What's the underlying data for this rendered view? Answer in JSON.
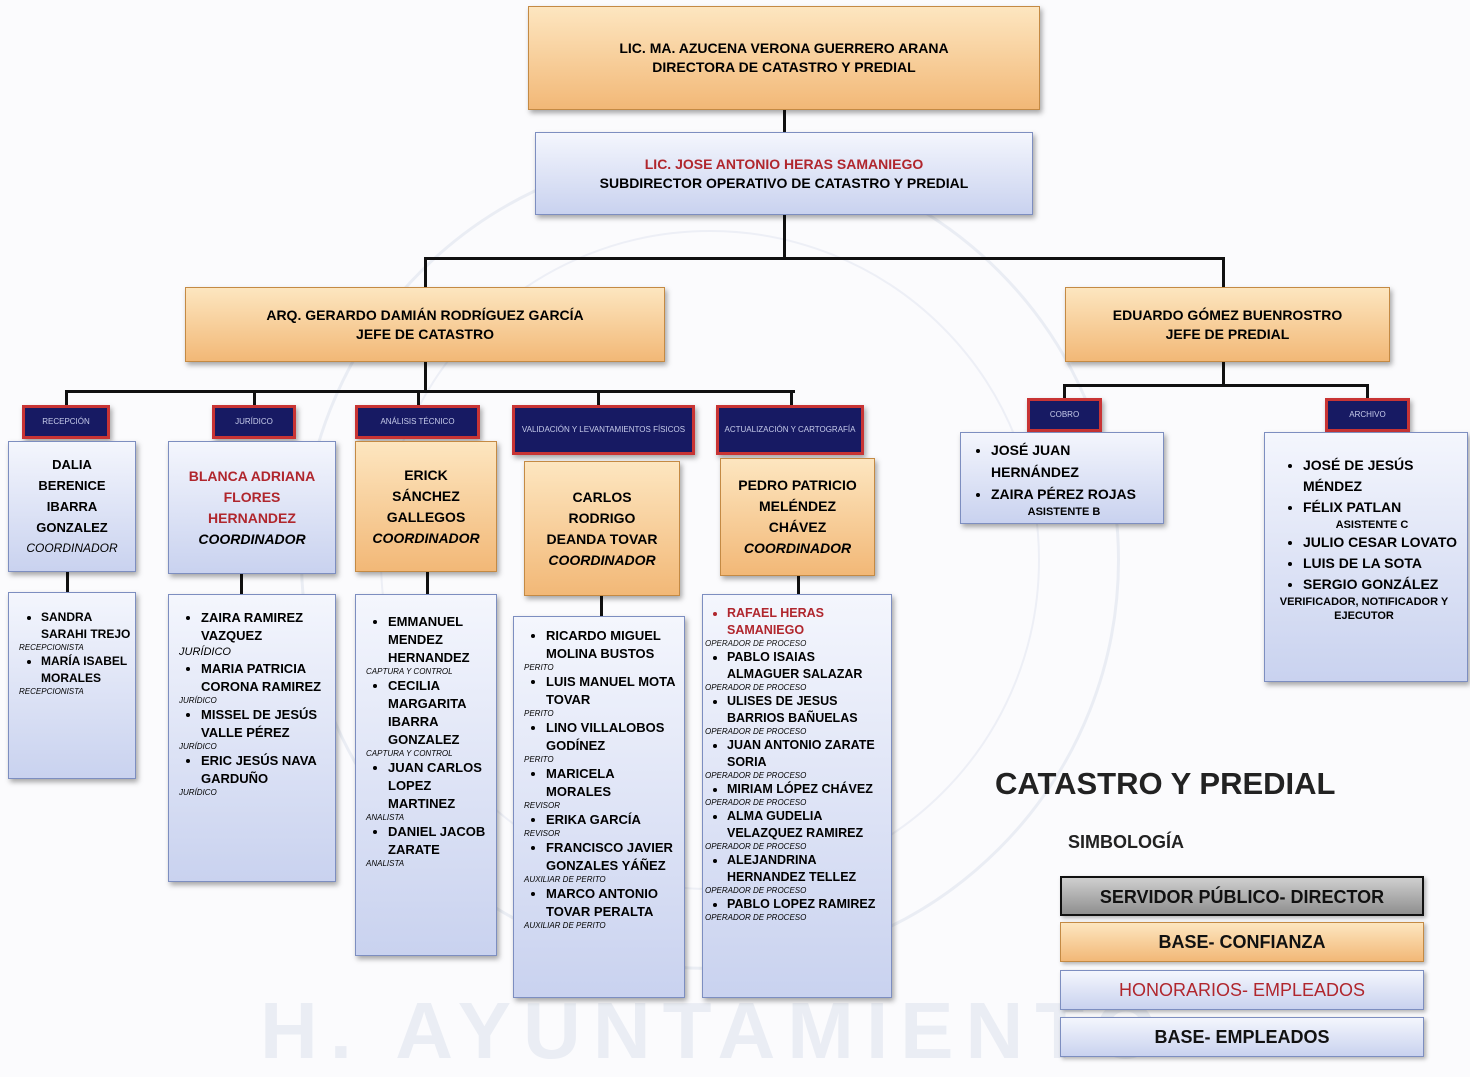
{
  "director": {
    "name": "LIC. MA. AZUCENA VERONA GUERRERO ARANA",
    "title": "DIRECTORA DE CATASTRO Y PREDIAL"
  },
  "subdirector": {
    "name": "LIC. JOSE ANTONIO HERAS SAMANIEGO",
    "title": "SUBDIRECTOR OPERATIVO DE CATASTRO Y PREDIAL"
  },
  "catastro_head": {
    "name": "ARQ. GERARDO DAMIÁN RODRÍGUEZ GARCÍA",
    "title": "JEFE DE CATASTRO"
  },
  "predial_head": {
    "name": "EDUARDO GÓMEZ BUENROSTRO",
    "title": "JEFE DE PREDIAL"
  },
  "areas": {
    "recepcion": "RECEPCIÓN",
    "juridico": "JURÍDICO",
    "analisis": "ANÁLISIS TÉCNICO",
    "validacion": "VALIDACIÓN Y LEVANTAMIENTOS FÍSICOS",
    "actualizacion": "ACTUALIZACIÓN Y CARTOGRAFÍA",
    "cobro": "COBRO",
    "archivo": "ARCHIVO"
  },
  "coordinators": {
    "recepcion": {
      "line1": "DALIA",
      "line2": "BERENICE",
      "line3": "IBARRA",
      "line4": "GONZALEZ",
      "role": "COORDINADOR"
    },
    "juridico": {
      "line1": "BLANCA ADRIANA",
      "line2": "FLORES",
      "line3": "HERNANDEZ",
      "role": "COORDINADOR"
    },
    "analisis": {
      "line1": "ERICK",
      "line2": "SÁNCHEZ",
      "line3": "GALLEGOS",
      "role": "COORDINADOR"
    },
    "validacion": {
      "line1": "CARLOS",
      "line2": "RODRIGO",
      "line3": "DEANDA TOVAR",
      "role": "COORDINADOR"
    },
    "actualizacion": {
      "line1": "PEDRO PATRICIO",
      "line2": "MELÉNDEZ",
      "line3": "CHÁVEZ",
      "role": "COORDINADOR"
    }
  },
  "staff": {
    "recepcion": [
      {
        "name": "SANDRA SARAHI TREJO",
        "role": "RECEPCIONISTA"
      },
      {
        "name": "MARÍA ISABEL MORALES",
        "role": "RECEPCIONISTA"
      }
    ],
    "juridico": [
      {
        "name": "ZAIRA RAMIREZ VAZQUEZ",
        "role": "JURÍDICO"
      },
      {
        "name": "MARIA PATRICIA CORONA RAMIREZ",
        "role": "JURÍDICO"
      },
      {
        "name": "MISSEL DE JESÚS VALLE PÉREZ",
        "role": "JURÍDICO"
      },
      {
        "name": "ERIC JESÚS NAVA GARDUÑO",
        "role": "JURÍDICO"
      }
    ],
    "analisis": [
      {
        "name": "EMMANUEL MENDEZ HERNANDEZ",
        "role": "CAPTURA Y CONTROL"
      },
      {
        "name": "CECILIA MARGARITA IBARRA GONZALEZ",
        "role": "CAPTURA Y CONTROL"
      },
      {
        "name": "JUAN CARLOS LOPEZ MARTINEZ",
        "role": "ANALISTA"
      },
      {
        "name": "DANIEL JACOB ZARATE",
        "role": "ANALISTA"
      }
    ],
    "validacion": [
      {
        "name": "RICARDO MIGUEL MOLINA BUSTOS",
        "role": "PERITO"
      },
      {
        "name": "LUIS MANUEL MOTA TOVAR",
        "role": "PERITO"
      },
      {
        "name": "LINO VILLALOBOS GODÍNEZ",
        "role": "PERITO"
      },
      {
        "name": "MARICELA MORALES",
        "role": "REVISOR"
      },
      {
        "name": "ERIKA GARCÍA",
        "role": "REVISOR"
      },
      {
        "name": "FRANCISCO JAVIER GONZALES YÁÑEZ",
        "role": "AUXILIAR DE PERITO"
      },
      {
        "name": "MARCO ANTONIO TOVAR PERALTA",
        "role": "AUXILIAR DE PERITO"
      }
    ],
    "actualizacion": [
      {
        "name": "RAFAEL HERAS SAMANIEGO",
        "role": "OPERADOR DE PROCESO"
      },
      {
        "name": "PABLO ISAIAS ALMAGUER SALAZAR",
        "role": "OPERADOR DE PROCESO"
      },
      {
        "name": "ULISES DE JESUS BARRIOS BAÑUELAS",
        "role": "OPERADOR DE PROCESO"
      },
      {
        "name": "JUAN ANTONIO ZARATE SORIA",
        "role": "OPERADOR DE PROCESO"
      },
      {
        "name": "MIRIAM LÓPEZ CHÁVEZ",
        "role": "OPERADOR DE PROCESO"
      },
      {
        "name": "ALMA GUDELIA VELAZQUEZ RAMIREZ",
        "role": "OPERADOR DE PROCESO"
      },
      {
        "name": "ALEJANDRINA HERNANDEZ TELLEZ",
        "role": "OPERADOR DE PROCESO"
      },
      {
        "name": "PABLO LOPEZ RAMIREZ",
        "role": "OPERADOR DE PROCESO"
      }
    ],
    "cobro": [
      {
        "name": "JOSÉ JUAN HERNÁNDEZ",
        "role": ""
      },
      {
        "name": "ZAIRA PÉREZ ROJAS",
        "role": "ASISTENTE B"
      }
    ],
    "archivo": [
      {
        "name": "JOSÉ DE JESÚS MÉNDEZ",
        "role": ""
      },
      {
        "name": "FÉLIX PATLAN",
        "role": "ASISTENTE C"
      },
      {
        "name": "JULIO CESAR LOVATO",
        "role": ""
      },
      {
        "name": "LUIS DE LA SOTA",
        "role": ""
      },
      {
        "name": "SERGIO GONZÁLEZ",
        "role": "VERIFICADOR, NOTIFICADOR Y EJECUTOR"
      }
    ]
  },
  "page_title": "CATASTRO Y PREDIAL",
  "legend": {
    "heading": "SIMBOLOGÍA",
    "items": [
      {
        "label": "SERVIDOR PÚBLICO- DIRECTOR",
        "color": "#a3a3a3"
      },
      {
        "label": "BASE- CONFIANZA",
        "color": "#f2b877"
      },
      {
        "label": "HONORARIOS- EMPLEADOS",
        "color": "#c9d2ef"
      },
      {
        "label": "BASE- EMPLEADOS",
        "color": "#c9d2ef"
      }
    ]
  },
  "watermark": "H. AYUNTAMIENTO"
}
